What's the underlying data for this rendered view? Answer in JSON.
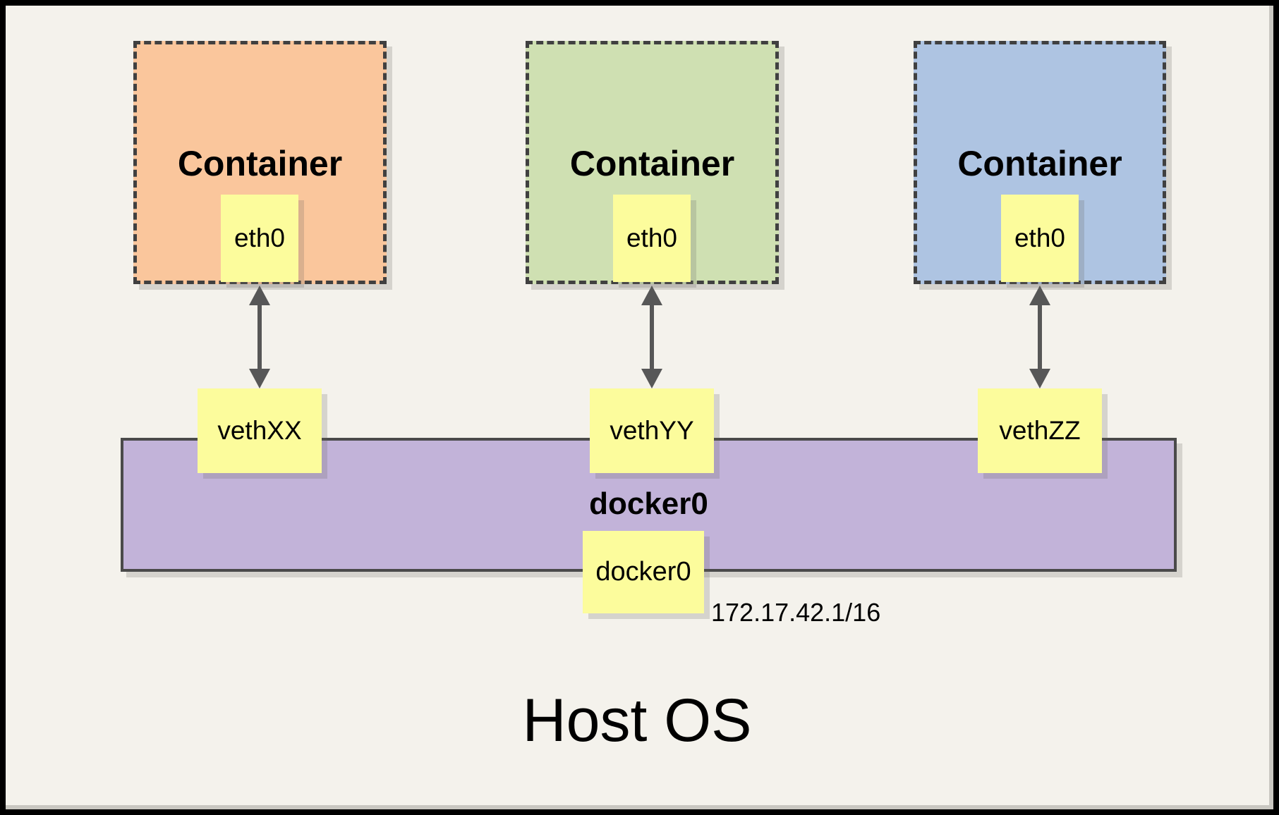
{
  "diagram": {
    "host": {
      "label": "Host OS"
    },
    "containers": [
      {
        "label": "Container",
        "interface": "eth0",
        "fill_color": "#FAC69C"
      },
      {
        "label": "Container",
        "interface": "eth0",
        "fill_color": "#CFE0B2"
      },
      {
        "label": "Container",
        "interface": "eth0",
        "fill_color": "#AEC4E2"
      }
    ],
    "veth_pairs": [
      {
        "label": "vethXX"
      },
      {
        "label": "vethYY"
      },
      {
        "label": "vethZZ"
      }
    ],
    "bridge": {
      "label": "docker0",
      "interface": "docker0",
      "ip": "172.17.42.1/16",
      "fill_color": "#C2B3D9"
    },
    "colors": {
      "background": "#F4F2EC",
      "frame_border": "#000000",
      "node_yellow": "#FCFC9C",
      "dashed_border": "#404040",
      "arrow": "#575757"
    }
  }
}
